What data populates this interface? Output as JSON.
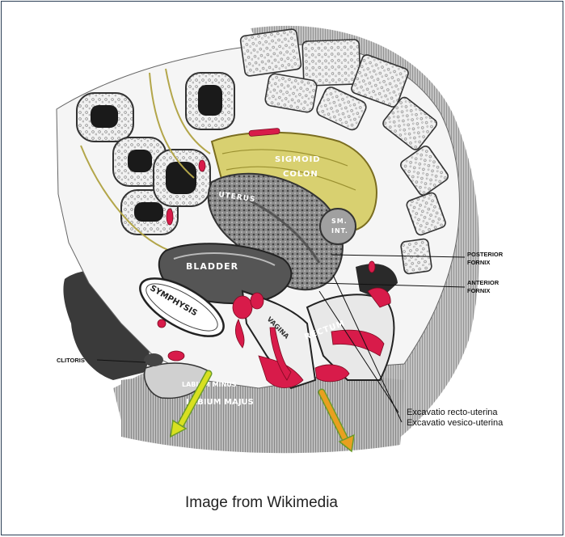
{
  "figure": {
    "caption": "Image from Wikimedia",
    "labels": {
      "posterior_fornix_1": "POSTERIOR",
      "posterior_fornix_2": "FORNIX",
      "anterior_fornix_1": "ANTERIOR",
      "anterior_fornix_2": "FORNIX",
      "clitoris": "CLITORIS",
      "excavatio_recto": "Excavatio recto-uterina",
      "excavatio_vesico": "Excavatio vesico-uterina"
    },
    "organs": {
      "sigmoid": "SIGMOID",
      "colon": "COLON",
      "uterus": "UTERUS",
      "bladder": "BLADDER",
      "symphysis": "SYMPHYSIS",
      "vagina": "VAGINA",
      "rectum": "RECTUM",
      "labium_minus": "LABIUM MINUS",
      "labium_majus": "LABIUM MAJUS",
      "sm_int_1": "SM.",
      "sm_int_2": "INT."
    },
    "colors": {
      "frame": "#2b3e55",
      "colon_highlight": "#d8d070",
      "vessels": "#d81b4a",
      "yellow_arrow": "#d8e020",
      "orange_arrow": "#e8a020",
      "arrow_outline": "#6a9a2a"
    }
  }
}
